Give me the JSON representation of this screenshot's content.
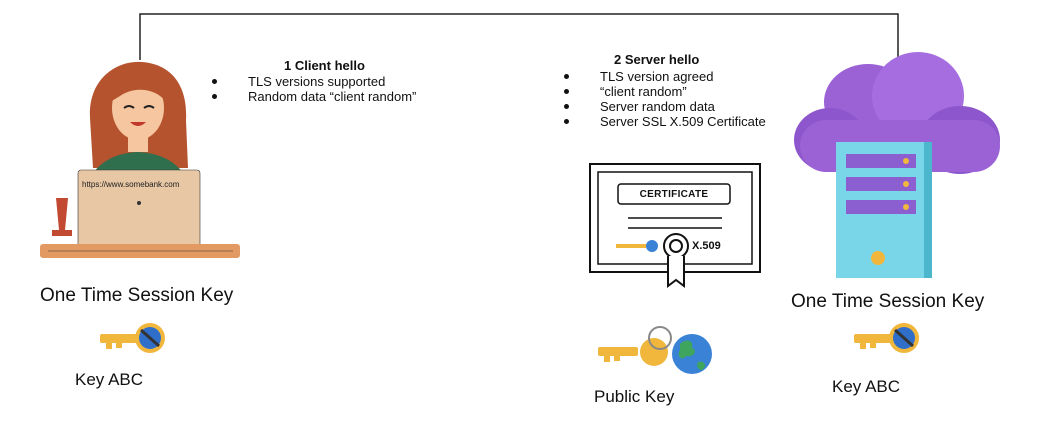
{
  "client": {
    "laptop_url": "https://www.somebank.com",
    "session_key_label": "One Time Session Key",
    "key_label": "Key ABC"
  },
  "client_hello": {
    "title": "1 Client hello",
    "items": [
      "TLS versions supported",
      "Random data “client random”"
    ]
  },
  "server_hello": {
    "title": "2 Server hello",
    "items": [
      "TLS version agreed",
      "“client random”",
      "Server random data",
      "Server SSL X.509 Certificate"
    ]
  },
  "certificate": {
    "heading": "CERTIFICATE",
    "standard": "X.509"
  },
  "public_key": {
    "label": "Public Key"
  },
  "server": {
    "session_key_label": "One Time Session Key",
    "key_label": "Key ABC"
  },
  "colors": {
    "hair": "#b5532e",
    "skin": "#f5c6a0",
    "sweater": "#2f6f4e",
    "laptop": "#e7c7a4",
    "desk": "#e39a62",
    "cloud": "#9b62d6",
    "server": "#79d6e8",
    "server_slot": "#8b5fd0",
    "key_gold": "#f0b73c",
    "globe_blue": "#3a82d6",
    "globe_green": "#3da55d"
  },
  "icons": [
    "person-at-laptop-icon",
    "key-icon",
    "certificate-icon",
    "public-key-icon",
    "cloud-server-icon"
  ]
}
